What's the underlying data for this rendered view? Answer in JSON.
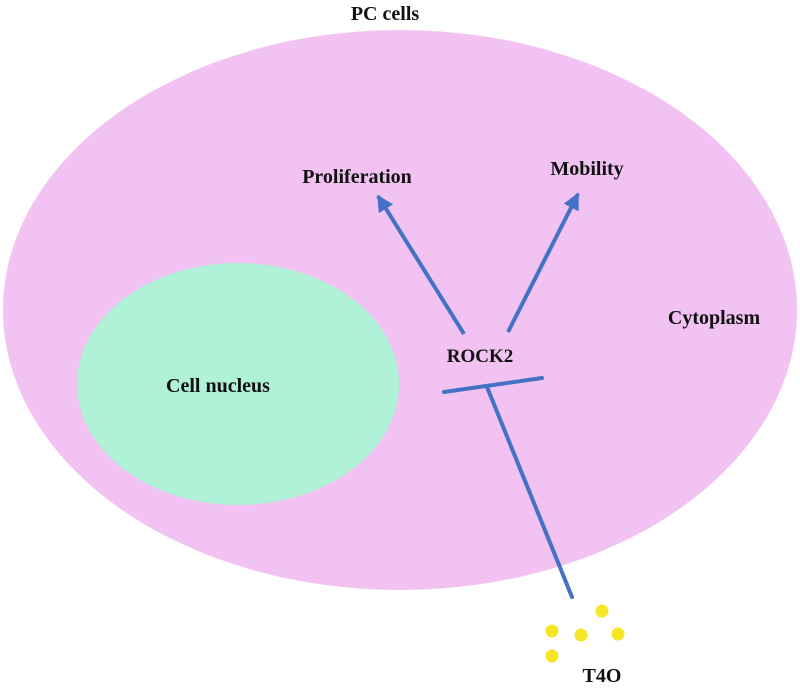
{
  "diagram": {
    "title": "PC cells",
    "nucleus_label": "Cell nucleus",
    "cytoplasm_label": "Cytoplasm",
    "rock2_label": "ROCK2",
    "proliferation_label": "Proliferation",
    "mobility_label": "Mobility",
    "drug_label": "T4O"
  },
  "colors": {
    "cell_fill": "#f2c2f2",
    "nucleus_fill": "#aff2d8",
    "arrow": "#4472c4",
    "drug_dots": "#f5e626",
    "text": "#111111"
  }
}
